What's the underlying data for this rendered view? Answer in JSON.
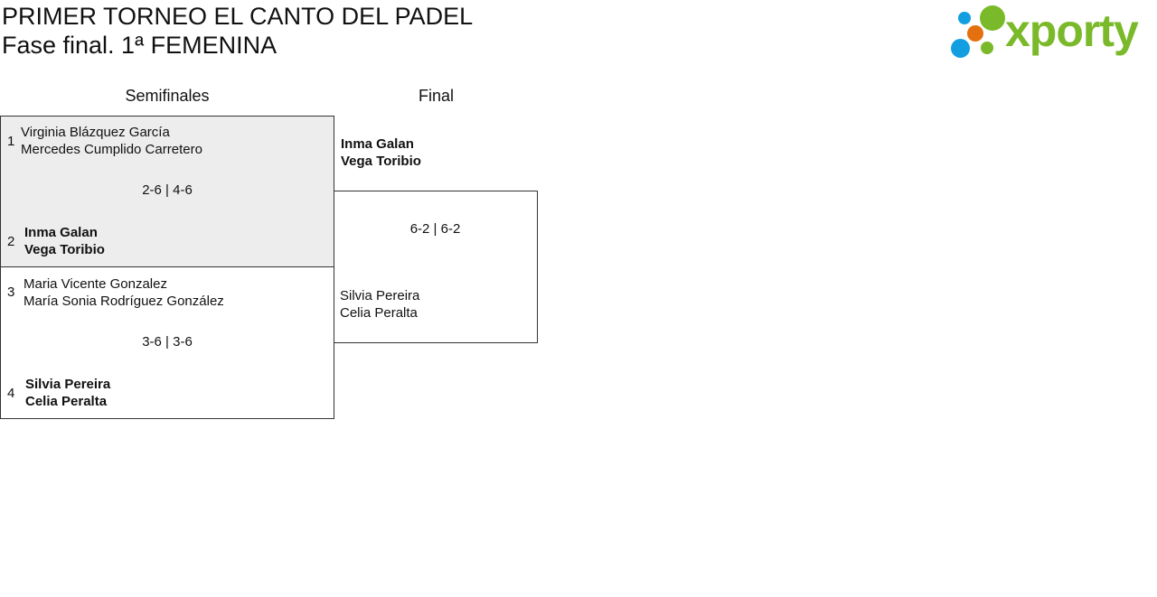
{
  "header": {
    "title": "PRIMER TORNEO EL CANTO DEL PADEL",
    "subtitle": "Fase final. 1ª FEMENINA"
  },
  "logo": {
    "text": "xporty",
    "colors": {
      "green": "#7ab929",
      "blue": "#129ee0",
      "orange": "#e5700f"
    }
  },
  "rounds": [
    {
      "label": "Semifinales"
    },
    {
      "label": "Final"
    }
  ],
  "semifinals": [
    {
      "score": "2-6 | 4-6",
      "teams": [
        {
          "seed": "1",
          "p1": "Virginia Blázquez García",
          "p2": "Mercedes Cumplido Carretero",
          "winner": false
        },
        {
          "seed": "2",
          "p1": "Inma Galan",
          "p2": "Vega Toribio",
          "winner": true
        }
      ]
    },
    {
      "score": "3-6 | 3-6",
      "teams": [
        {
          "seed": "3",
          "p1": "Maria Vicente Gonzalez",
          "p2": "María Sonia Rodríguez González",
          "winner": false
        },
        {
          "seed": "4",
          "p1": "Silvia Pereira",
          "p2": "Celia Peralta",
          "winner": true
        }
      ]
    }
  ],
  "final": {
    "score": "6-2 | 6-2",
    "teams": [
      {
        "p1": "Inma Galan",
        "p2": "Vega Toribio",
        "winner": true
      },
      {
        "p1": "Silvia Pereira",
        "p2": "Celia Peralta",
        "winner": false
      }
    ]
  }
}
